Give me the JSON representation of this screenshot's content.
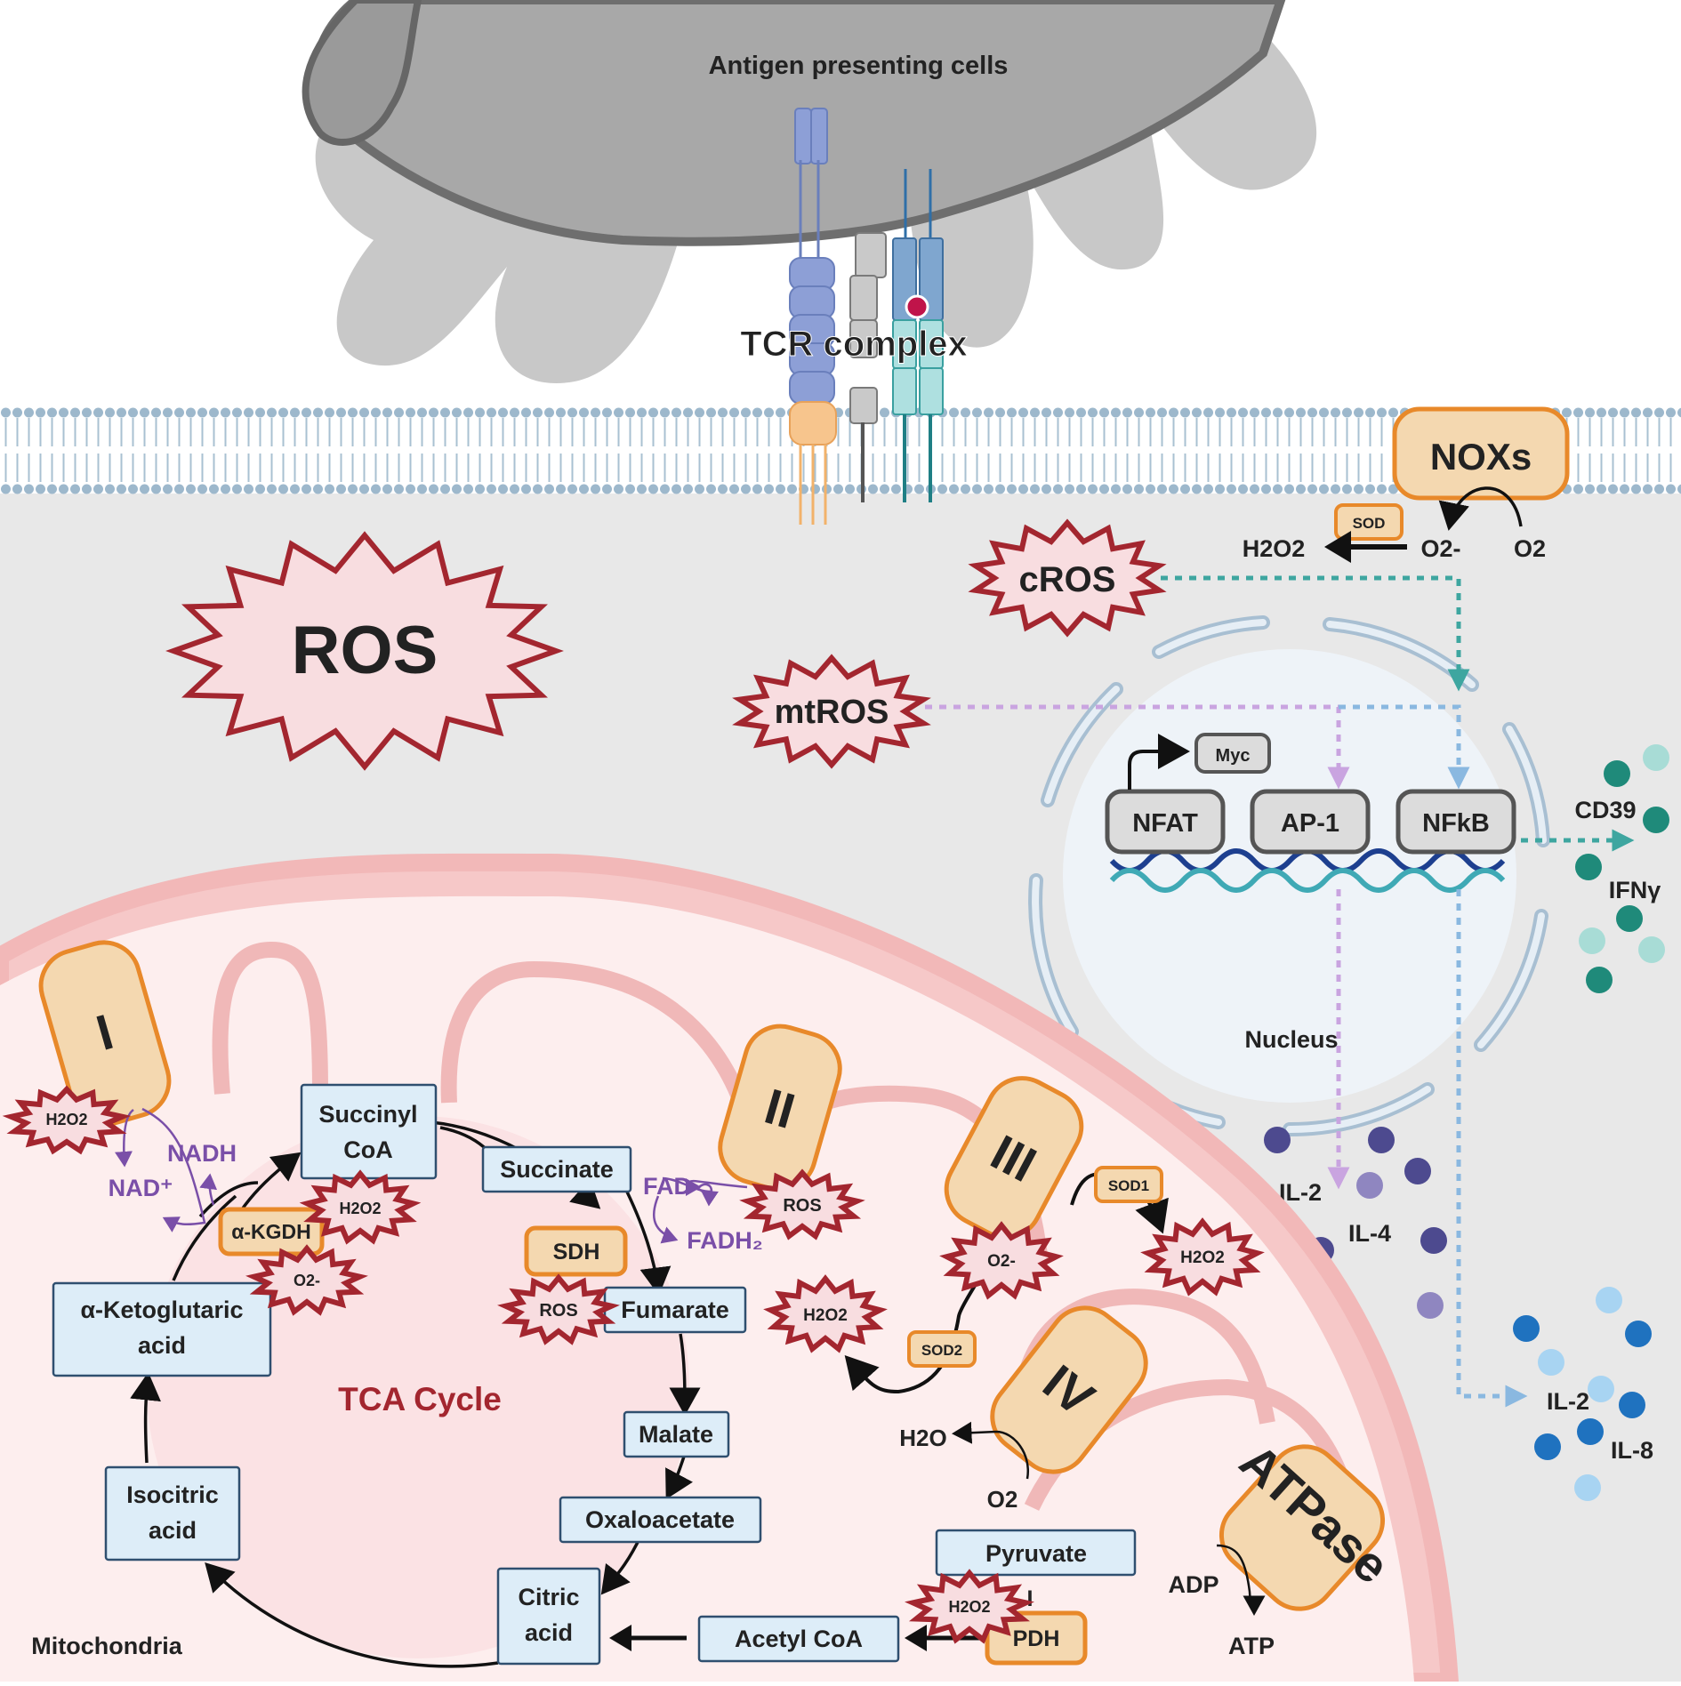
{
  "labels": {
    "apc": "Antigen presenting cells",
    "tcr": "TCR complex",
    "nox": "NOXs",
    "sod": "SOD",
    "h2o2": "H2O2",
    "o2_minus": "O2-",
    "o2": "O2",
    "ros_main": "ROS",
    "cros": "cROS",
    "mtros": "mtROS",
    "myc": "Myc",
    "nucleus": "Nucleus",
    "mitochondria": "Mitochondria",
    "tca_cycle": "TCA Cycle",
    "ros": "ROS",
    "nadh": "NADH",
    "nad": "NAD⁺",
    "fad": "FAD",
    "fadh2": "FADH₂",
    "sod1": "SOD1",
    "sod2": "SOD2",
    "h2o": "H2O",
    "adp": "ADP",
    "atp": "ATP",
    "atpase": "ATPase",
    "inhibit": "I"
  },
  "transcription_factors": [
    "NFAT",
    "AP-1",
    "NFkB"
  ],
  "cytokines": {
    "teal": [
      "CD39",
      "IFNγ"
    ],
    "purple": [
      "IL-2",
      "IL-4"
    ],
    "blue": [
      "IL-2",
      "IL-8"
    ]
  },
  "complexes": [
    "I",
    "II",
    "III",
    "IV"
  ],
  "tca": {
    "succinyl_coa": [
      "Succinyl",
      "CoA"
    ],
    "succinate": "Succinate",
    "fumarate": "Fumarate",
    "malate": "Malate",
    "oxaloacetate": "Oxaloacetate",
    "citric_acid": [
      "Citric",
      "acid"
    ],
    "isocitric_acid": [
      "Isocitric",
      "acid"
    ],
    "akg_acid": [
      "α-Ketoglutaric",
      "acid"
    ],
    "akgdh": "α-KGDH",
    "sdh": "SDH",
    "pdh": "PDH",
    "pyruvate": "Pyruvate",
    "acetyl_coa": "Acetyl CoA"
  },
  "colors": {
    "ros_stroke": "#a3262f",
    "ros_fill": "#f8dde0",
    "enzyme_stroke": "#e8892a",
    "enzyme_fill": "#f4d8b0",
    "teal_path": "#3ea6a0",
    "purple_path": "#c9a4e0",
    "blue_path": "#8ab8e0"
  }
}
